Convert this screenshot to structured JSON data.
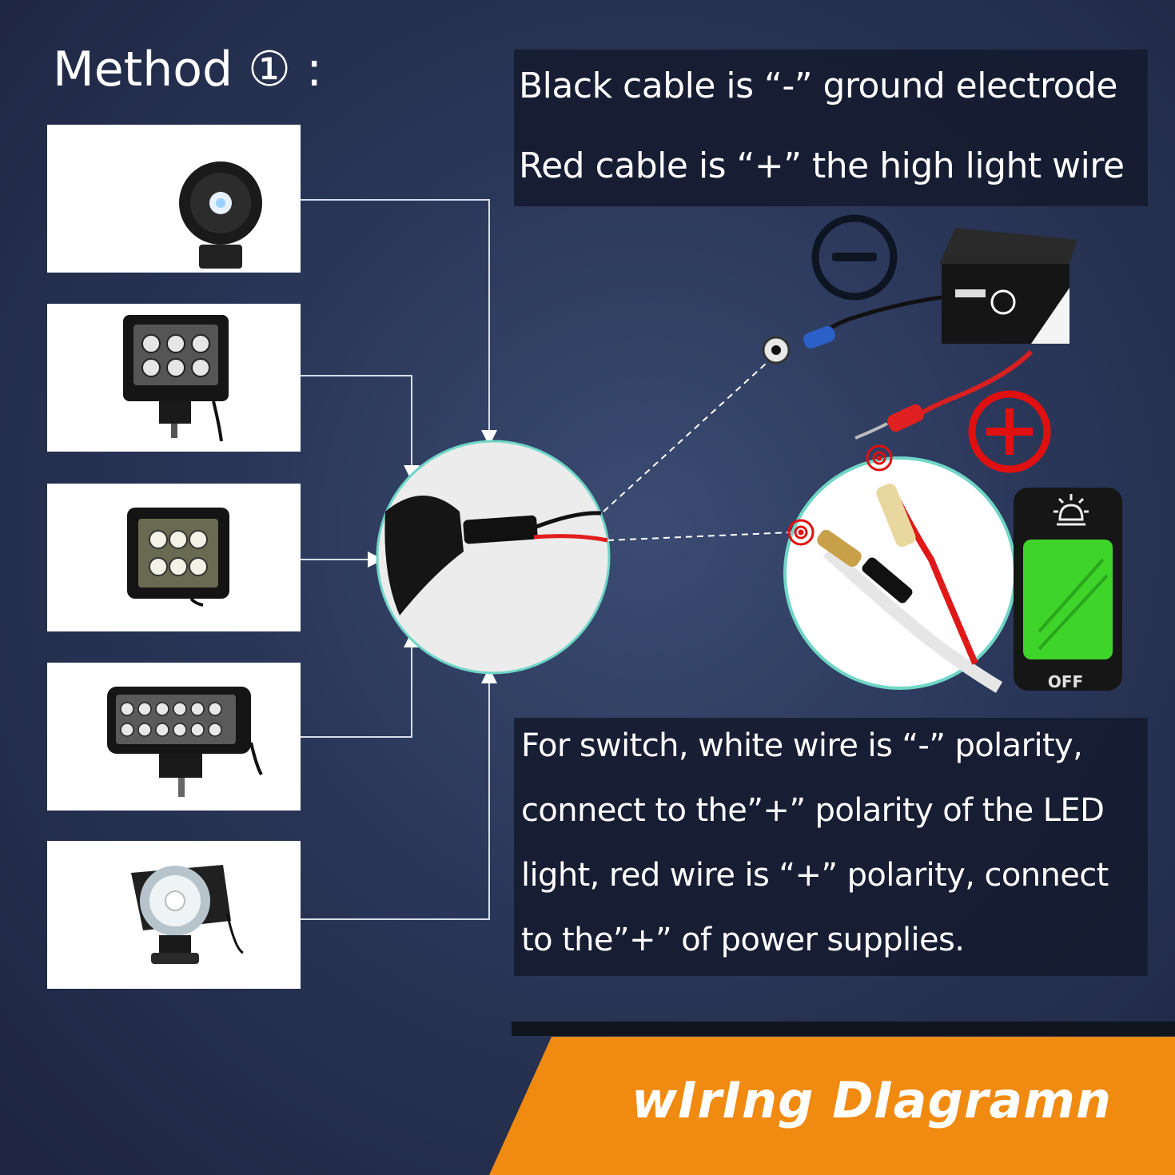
{
  "title": "Method ① :",
  "top_info": {
    "line1": "Black cable is “-” ground electrode",
    "line2": "Red cable is “+” the high light wire"
  },
  "bottom_info": {
    "line1": "For switch, white wire is “-” polarity,",
    "line2": "connect to the”+” polarity of the LED",
    "line3": "light, red wire is “+” polarity, connect",
    "line4": "to the”+” of power supplies."
  },
  "switch_label": "OFF",
  "banner": "wIrIng  DIagramn",
  "colors": {
    "banner": "#f08a10",
    "switch_green": "#3fd42a",
    "positive_red": "#e01010",
    "connector_teal": "#6fd6c6"
  },
  "icons": {
    "negative": "minus-circle-icon",
    "positive": "plus-circle-icon",
    "light": "light-bulb-icon"
  }
}
